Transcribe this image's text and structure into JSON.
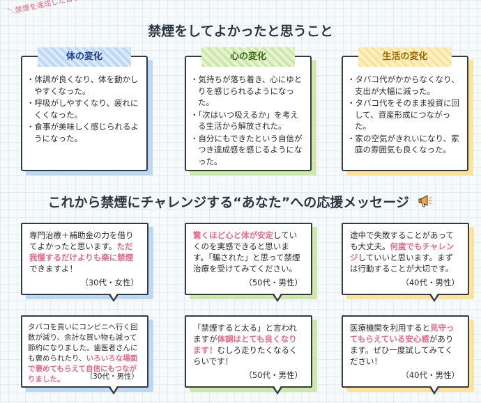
{
  "tag": "＼禁煙を達成した皆さんに聞きました／",
  "heading1": "禁煙をしてよかったと思うこと",
  "heading2": "これから禁煙にチャレンジする“あなた”への応援メッセージ",
  "changes": [
    {
      "title": "体の変化",
      "items": [
        "体調が良くなり、体を動かしやすくなった。",
        "呼吸がしやすくなり、疲れにくくなった。",
        "食事が美味しく感じられるようになった。"
      ]
    },
    {
      "title": "心の変化",
      "items": [
        "気持ちが落ち着き、心にゆとりを感じられるようになった。",
        "「次はいつ吸えるか」を考える生活から解放された。",
        "自分にもできたという自信がつき達成感を感じるようになった。"
      ]
    },
    {
      "title": "生活の変化",
      "items": [
        "タバコ代がかからなくなり、支出が大幅に減った。",
        "タバコ代をそのまま投資に回して、資産形成につながった。",
        "家の空気がきれいになり、家庭の雰囲気も良くなった。"
      ]
    }
  ],
  "messages": [
    {
      "pre": "専門治療＋補助金の力を借りてよかったと思います。",
      "hl": "ただ我慢するだけよりも楽に禁煙",
      "post": "できますよ！",
      "sig": "（30代・女性）"
    },
    {
      "pre": "",
      "hl": "驚くほど心と体が安定",
      "post": "していくのを実感できると思います。「騙された」と思って禁煙治療を受けてみてください。",
      "sig": "（50代・男性）"
    },
    {
      "pre": "途中で失敗することがあっても大丈夫。",
      "hl": "何度でもチャレンジ",
      "post": "していいと思います。まずは行動することが大切です。",
      "sig": "（40代・男性）"
    },
    {
      "pre": "タバコを買いにコンビニへ行く回数が減り、余計な買い物も減って節約になりました。歯医者さんにも褒められたり、",
      "hl": "いろいろな場面で褒めてもらえて自信にもつながりました。",
      "post": "",
      "sig": "（30代・男性）"
    },
    {
      "pre": "「禁煙すると太る」と言われますが",
      "hl": "体調はとても良くなります！",
      "post": "むしろ走りたくなるくらいです！",
      "sig": "（50代・男性）"
    },
    {
      "pre": "医療機関を利用すると",
      "hl": "見守ってもらえている安心感",
      "post": "があります。ぜひ一度試してみてください！",
      "sig": "（40代・男性）"
    }
  ],
  "colors": {
    "blue": "#bcd8f4",
    "green": "#cde8a8",
    "yellow": "#fbe49a",
    "highlight": "#e86a84"
  },
  "icons": [
    "megaphone-icon"
  ]
}
